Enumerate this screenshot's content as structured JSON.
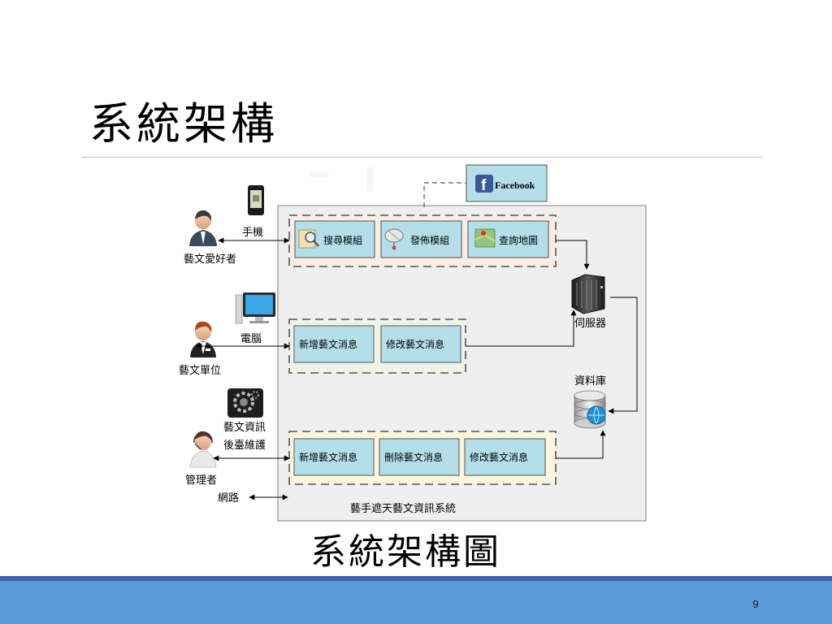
{
  "slide": {
    "title": "系統架構",
    "caption": "系統架構圖",
    "page_number": "9"
  },
  "diagram": {
    "system_name": "藝手遮天藝文資訊系統",
    "facebook_label": "Facebook",
    "facebook_glyph": "f",
    "actors": [
      {
        "role": "藝文愛好者",
        "device": "手機"
      },
      {
        "role": "藝文單位",
        "device": "電腦"
      },
      {
        "role": "管理者",
        "device_lines": [
          "藝文資訊",
          "後臺維護"
        ]
      }
    ],
    "groups": [
      {
        "modules": [
          "搜尋模組",
          "發佈模組",
          "查詢地圖"
        ]
      },
      {
        "modules": [
          "新增藝文消息",
          "修改藝文消息"
        ]
      },
      {
        "modules": [
          "新增藝文消息",
          "刪除藝文消息",
          "修改藝文消息"
        ]
      }
    ],
    "server_label": "伺服器",
    "database_label": "資料庫",
    "legend_network": "網路"
  },
  "colors": {
    "footer": "#5b9bd5",
    "footer_line": "#3f5fa8",
    "module_fill": "#b4dfea",
    "group1_fill": "#fbece4",
    "group2_fill": "#eef4e6",
    "group3_fill": "#fdf6dc",
    "system_box": "#efefef",
    "facebook_blue": "#3b5998"
  },
  "icons": [
    "phone-icon",
    "computer-icon",
    "gear-panel-icon",
    "user-icon",
    "server-icon",
    "database-icon",
    "magnifier-icon",
    "satellite-icon",
    "map-icon",
    "facebook-icon"
  ]
}
